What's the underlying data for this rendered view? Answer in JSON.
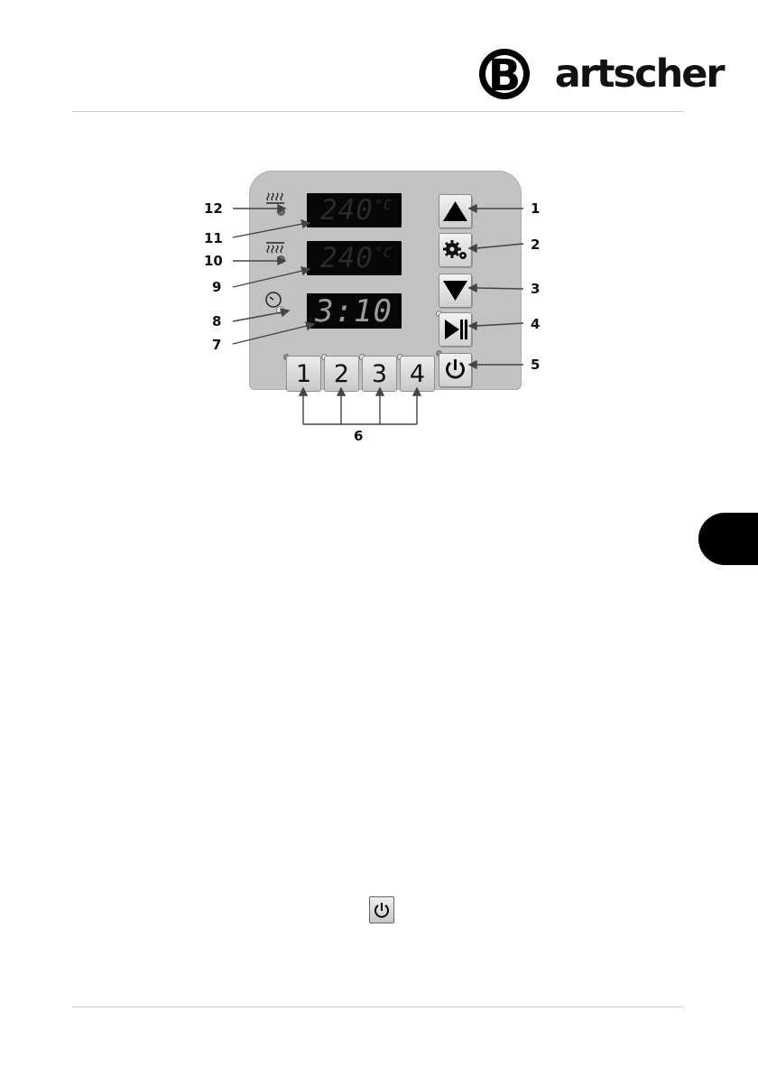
{
  "header": {
    "brand_text": "Bartscher",
    "brand_initial": "B"
  },
  "panel": {
    "display_top": {
      "value": "240",
      "unit": "°C"
    },
    "display_bottom": {
      "value": "240",
      "unit": "°C"
    },
    "display_timer": {
      "value": "3:10"
    },
    "number_keys": [
      "1",
      "2",
      "3",
      "4"
    ]
  },
  "callouts": {
    "c1": "1",
    "c2": "2",
    "c3": "3",
    "c4": "4",
    "c5": "5",
    "c6": "6",
    "c7": "7",
    "c8": "8",
    "c9": "9",
    "c10": "10",
    "c11": "11",
    "c12": "12"
  },
  "icons": {
    "up": "triangle-up-icon",
    "settings": "gears-icon",
    "down": "triangle-down-icon",
    "play_pause": "play-pause-icon",
    "power": "power-icon",
    "heat_top": "top-heat-icon",
    "heat_bottom": "bottom-heat-icon",
    "timer": "clock-icon"
  }
}
